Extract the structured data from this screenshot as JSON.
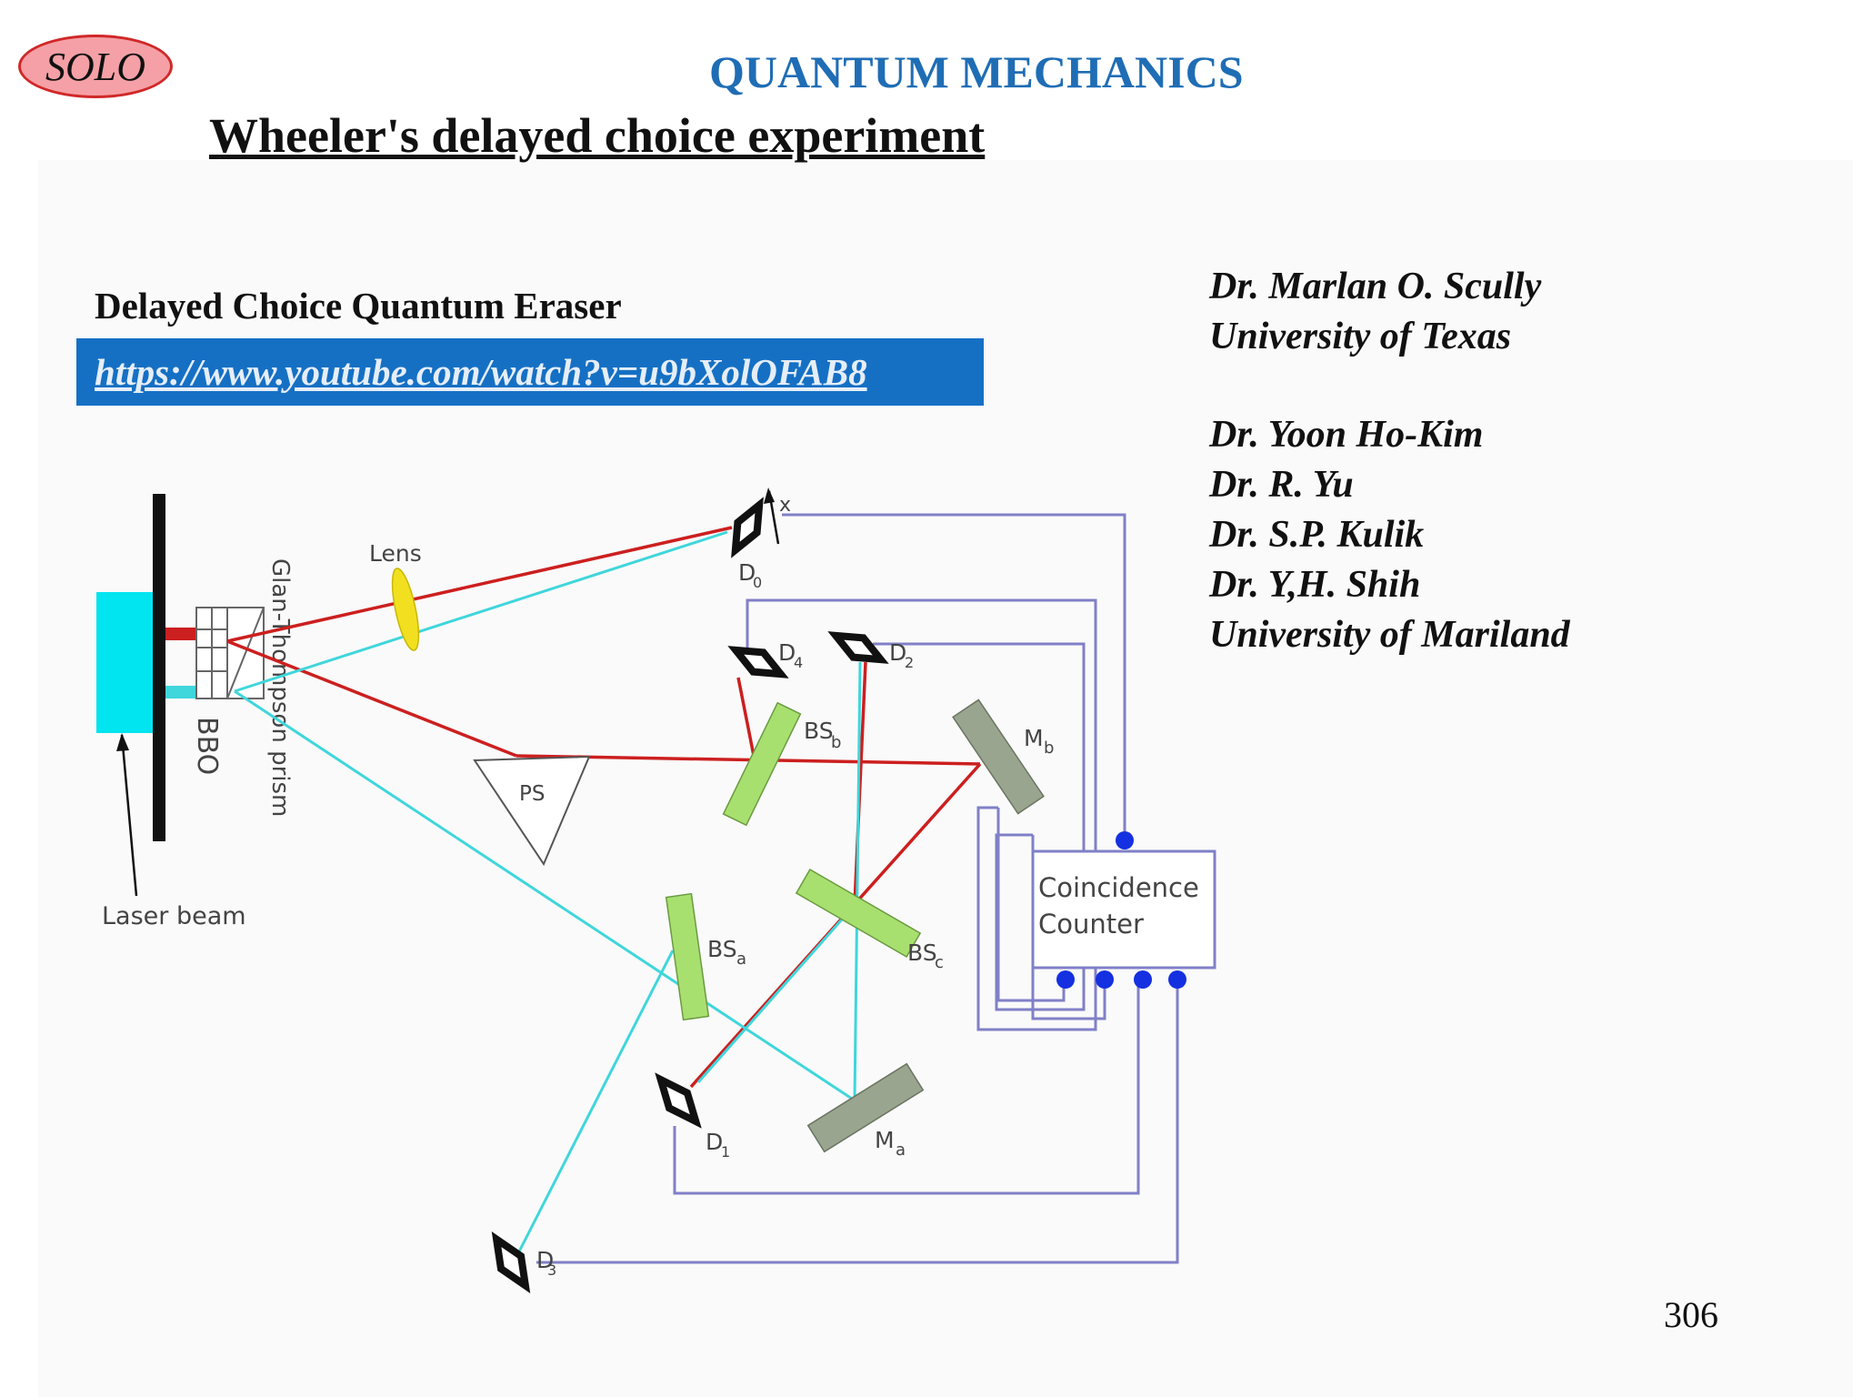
{
  "header": {
    "logo_text": "SOLO",
    "title": "QUANTUM MECHANICS",
    "subtitle": "Wheeler's delayed choice experiment"
  },
  "section": {
    "heading": "Delayed Choice Quantum Eraser",
    "link": "https://www.youtube.com/watch?v=u9bXolOFAB8"
  },
  "authors": [
    "Dr. Marlan O. Scully",
    "University of Texas",
    "Dr. Yoon Ho-Kim",
    "Dr. R. Yu",
    "Dr. S.P. Kulik",
    "Dr. Y,H. Shih",
    "University of Mariland"
  ],
  "diagram": {
    "labels": {
      "lens": "Lens",
      "prism": "Glan-Thompson prism",
      "bbo": "BBO",
      "laser_beam": "Laser beam",
      "ps": "PS",
      "x": "x",
      "counter_line1": "Coincidence",
      "counter_line2": "Counter"
    },
    "detectors": {
      "d0": {
        "main": "D",
        "sub": "0"
      },
      "d1": {
        "main": "D",
        "sub": "1"
      },
      "d2": {
        "main": "D",
        "sub": "2"
      },
      "d3": {
        "main": "D",
        "sub": "3"
      },
      "d4": {
        "main": "D",
        "sub": "4"
      }
    },
    "optics": {
      "bsa": {
        "main": "BS",
        "sub": "a"
      },
      "bsb": {
        "main": "BS",
        "sub": "b"
      },
      "bsc": {
        "main": "BS",
        "sub": "c"
      },
      "ma": {
        "main": "M",
        "sub": "a"
      },
      "mb": {
        "main": "M",
        "sub": "b"
      }
    },
    "colors": {
      "red_beam": "#cc1f1f",
      "cyan_beam": "#3fd6dc",
      "laser_box": "#00e5f0",
      "lens": "#f2e020",
      "beam_splitter": "#a8e070",
      "mirror": "#9aa590",
      "wire": "#8080c8",
      "port": "#1530e0"
    }
  },
  "page_number": "306"
}
